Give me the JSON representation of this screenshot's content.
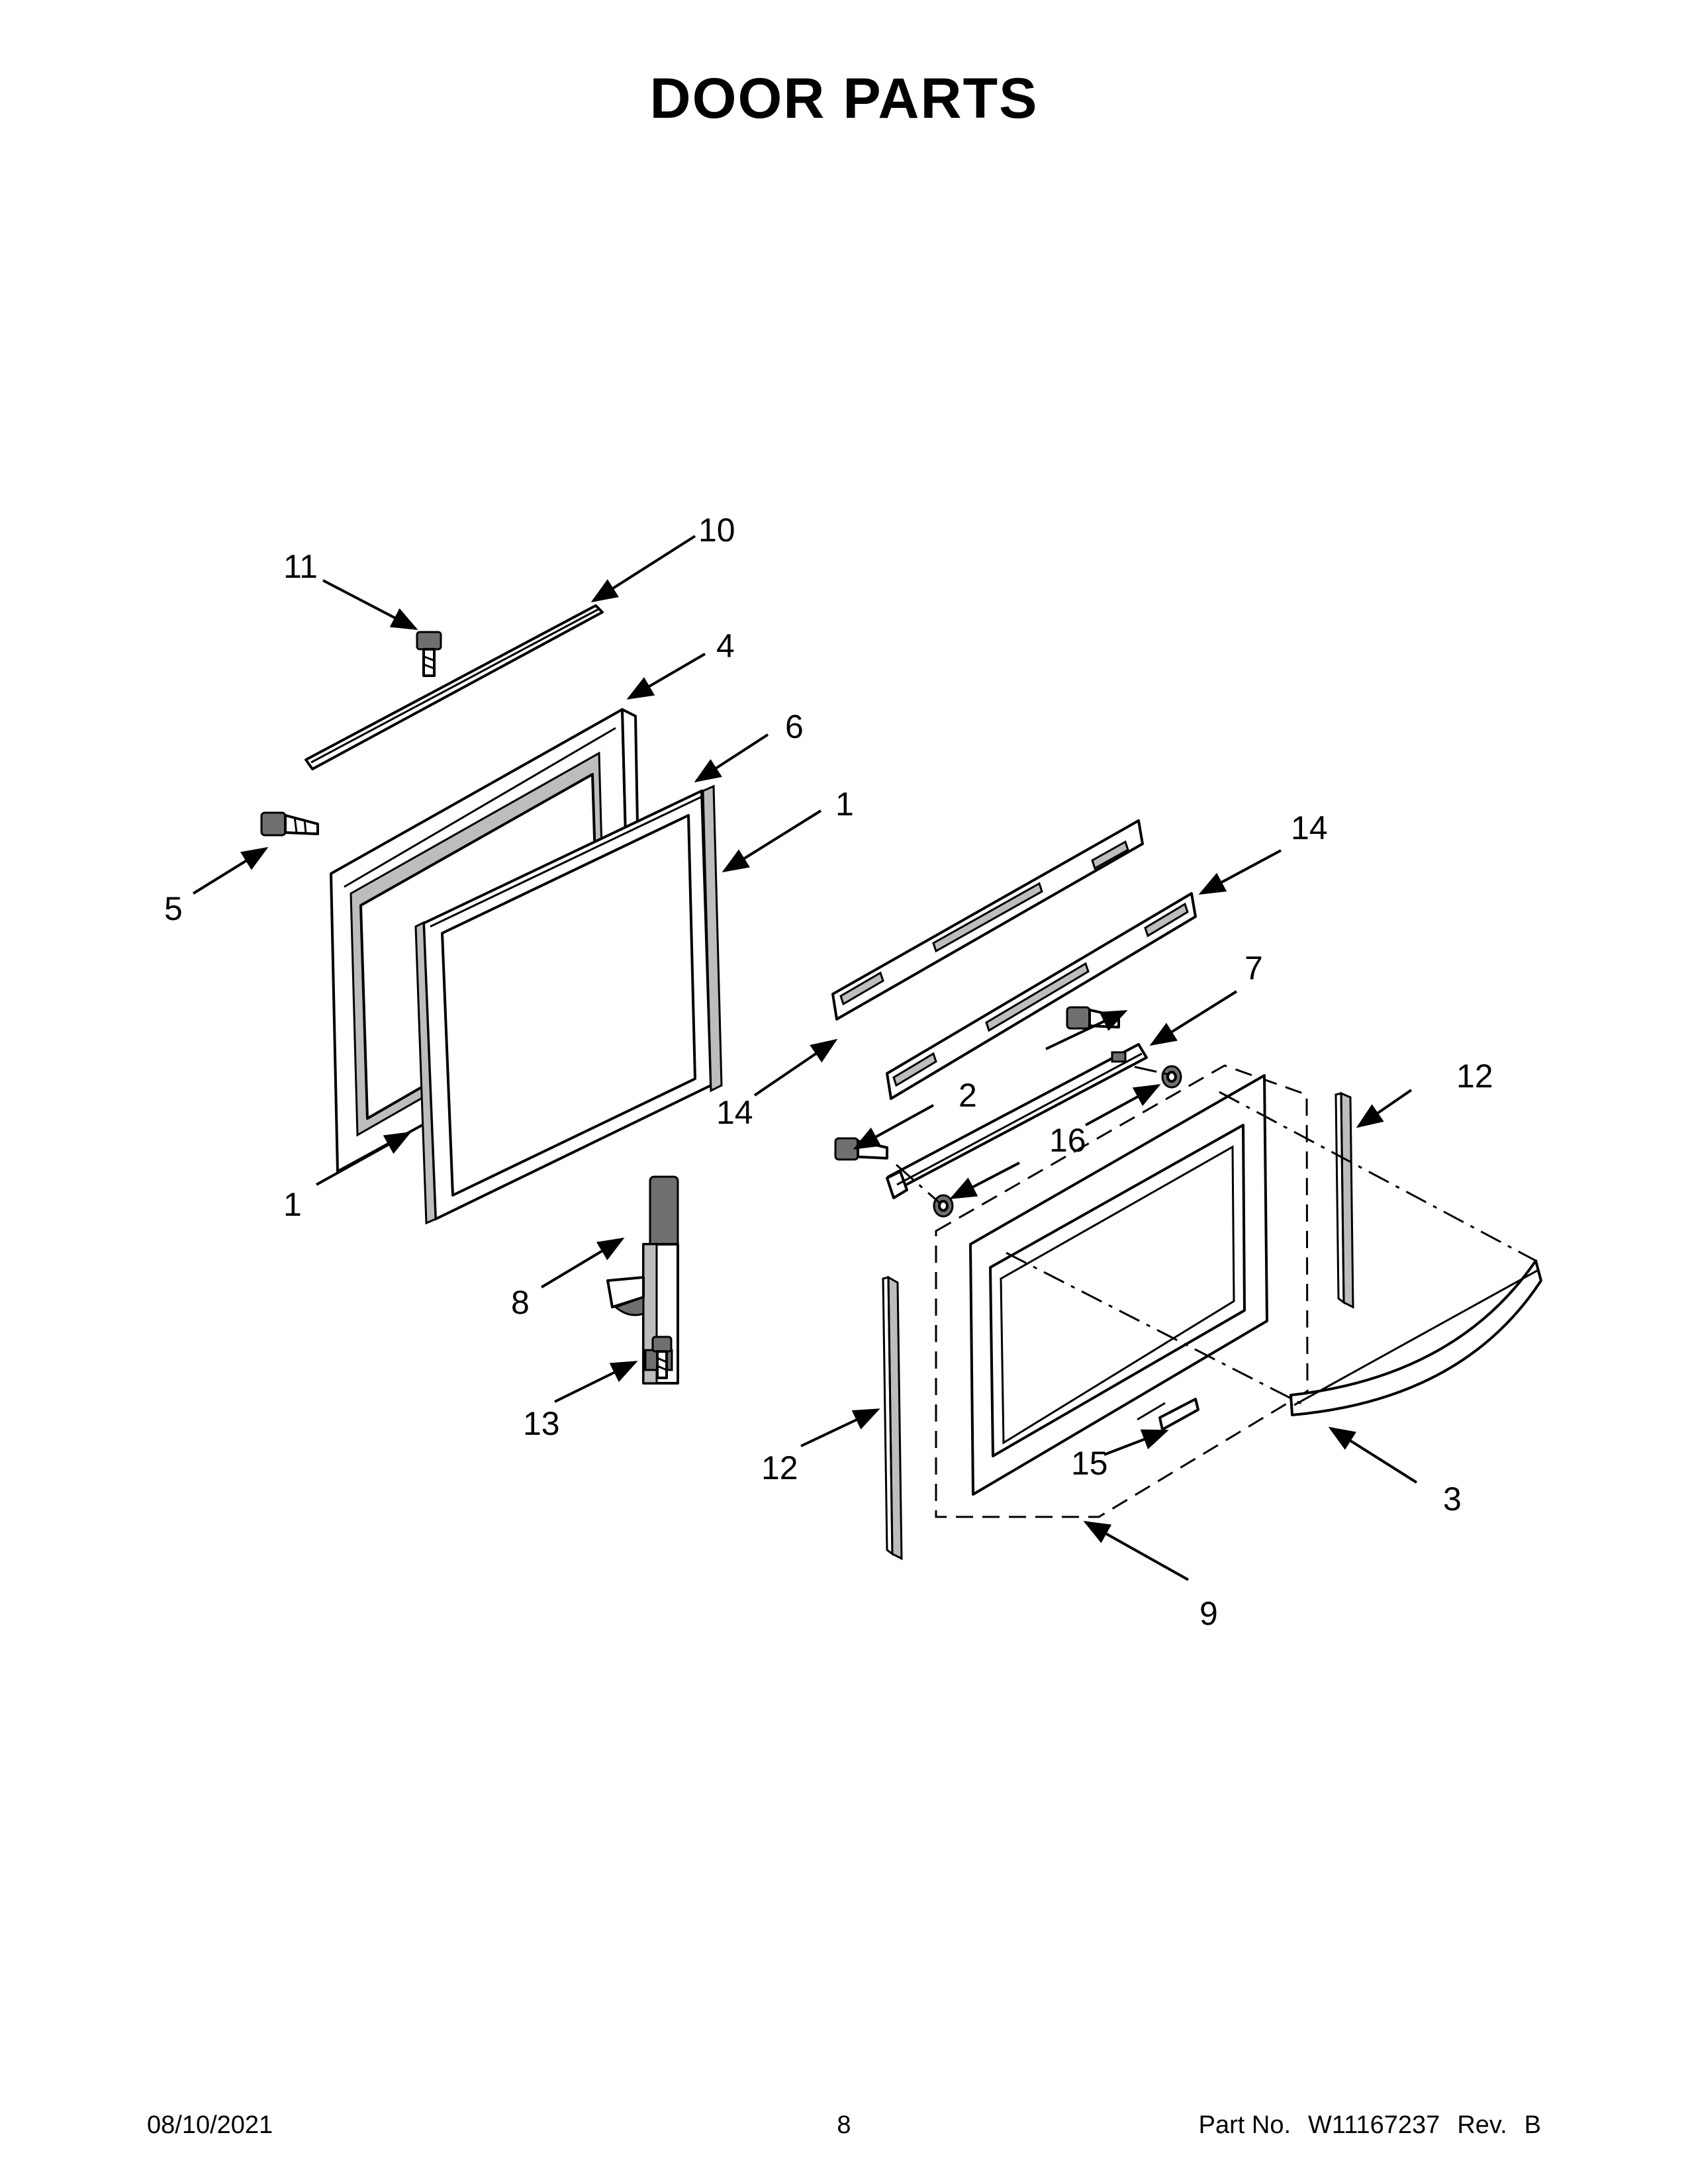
{
  "title": "DOOR PARTS",
  "callouts": {
    "c1a": "1",
    "c1b": "1",
    "c2": "2",
    "c3": "3",
    "c4": "4",
    "c5": "5",
    "c6": "6",
    "c7": "7",
    "c8": "8",
    "c9": "9",
    "c10": "10",
    "c11": "11",
    "c12a": "12",
    "c12b": "12",
    "c13": "13",
    "c14a": "14",
    "c14b": "14",
    "c15": "15",
    "c16": "16"
  },
  "footer": {
    "date": "08/10/2021",
    "page_number": "8",
    "part_no_label": "Part No.",
    "part_no": "W11167237",
    "rev_label": "Rev.",
    "rev": "B"
  }
}
